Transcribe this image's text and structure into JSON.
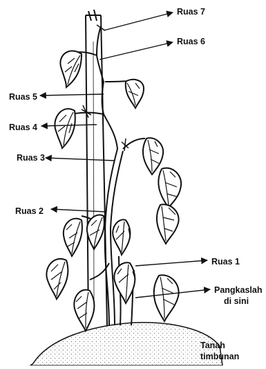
{
  "labels": {
    "ruas7": "Ruas 7",
    "ruas6": "Ruas 6",
    "ruas5": "Ruas 5",
    "ruas4": "Ruas 4",
    "ruas3": "Ruas 3",
    "ruas2": "Ruas 2",
    "ruas1": "Ruas 1",
    "pangkal_line1": "Pangkaslah",
    "pangkal_line2": "di sini",
    "tanah_line1": "Tanah",
    "tanah_line2": "timbunan"
  },
  "colors": {
    "ink": "#111111",
    "paper": "#ffffff",
    "soil": "#ececec"
  }
}
